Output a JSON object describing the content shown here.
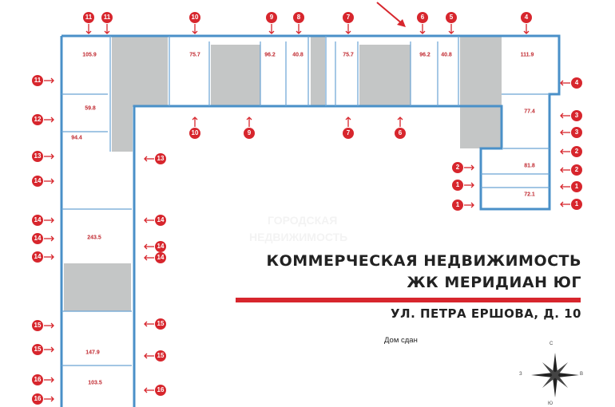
{
  "title": {
    "line1": "КОММЕРЧЕСКАЯ НЕДВИЖИМОСТЬ",
    "line2": "ЖК МЕРИДИАН ЮГ",
    "address": "УЛ. ПЕТРА ЕРШОВА, Д. 10"
  },
  "status": "Дом сдан",
  "watermark": {
    "line1": "ГОРОДСКАЯ",
    "line2": "НЕДВИЖИМОСТЬ"
  },
  "compass": {
    "n": "С",
    "s": "Ю",
    "w": "З",
    "e": "В"
  },
  "colors": {
    "accent": "#d7262d",
    "wall": "#4a90c8",
    "core": "#c4c6c6"
  },
  "areas": [
    "105.9",
    "59.8",
    "94.4",
    "243.5",
    "147.9",
    "103.5",
    "75.7",
    "96.2",
    "40.8",
    "75.7",
    "96.2",
    "40.8",
    "111.9",
    "77.4",
    "81.8",
    "72.1"
  ],
  "markers": [
    "11",
    "11",
    "10",
    "9",
    "8",
    "7",
    "6",
    "5",
    "4",
    "10",
    "9",
    "7",
    "6",
    "11",
    "12",
    "13",
    "14",
    "14",
    "14",
    "14",
    "15",
    "15",
    "16",
    "16",
    "13",
    "14",
    "14",
    "14",
    "15",
    "15",
    "16",
    "4",
    "3",
    "3",
    "2",
    "2",
    "1",
    "1",
    "2",
    "1",
    "1"
  ]
}
